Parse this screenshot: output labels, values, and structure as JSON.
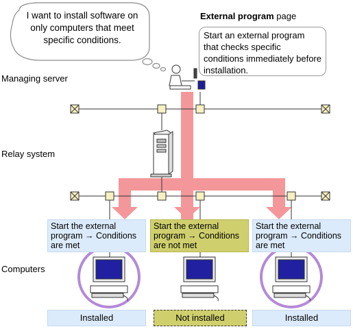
{
  "thought": "I want to install software on only computers that meet specific conditions.",
  "external_page": {
    "title_bold": "External program",
    "title_rest": " page",
    "note": "Start an external program that checks specific conditions immediately before installation."
  },
  "levels": {
    "managing_server": "Managing server",
    "relay_system": "Relay system",
    "computers": "Computers"
  },
  "conditions": [
    {
      "line1": "Start the external",
      "line2": "program → Conditions",
      "line3": "are met",
      "state": "met"
    },
    {
      "line1": "Start the external",
      "line2": "program → Conditions",
      "line3": "are not met",
      "state": "not-met"
    },
    {
      "line1": "Start the external",
      "line2": "program → Conditions",
      "line3": "are met",
      "state": "met"
    }
  ],
  "results": [
    "Installed",
    "Not installed",
    "Installed"
  ],
  "colors": {
    "arrow": "#f4979a",
    "met_fill": "#dcebfb",
    "not_met_fill": "#cfcf6e",
    "circle": "#b48ad8",
    "network_node": "#f7f0c2",
    "monitor_screen": "#2020a0"
  }
}
